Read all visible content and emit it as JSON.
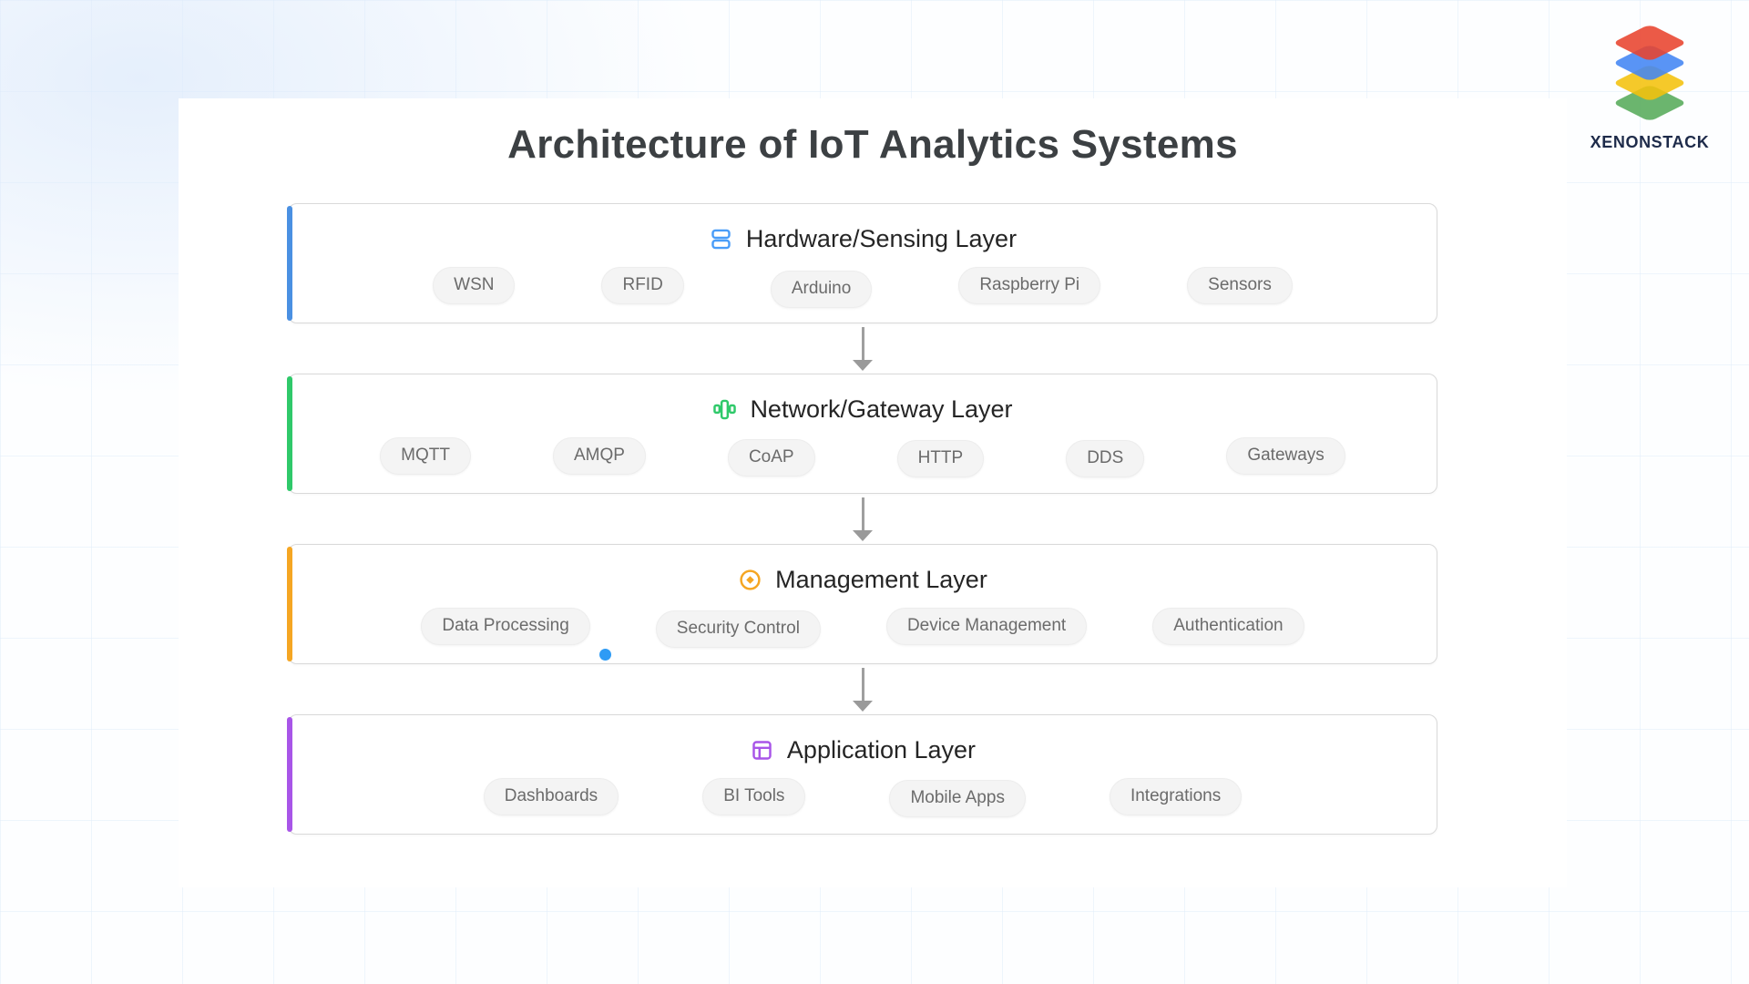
{
  "title": "Architecture of IoT Analytics Systems",
  "logo": {
    "text": "XENONSTACK"
  },
  "colors": {
    "hardware_accent": "#4a90e2",
    "network_accent": "#2fc96a",
    "management_accent": "#f5a623",
    "application_accent": "#a855e8",
    "chip_background": "#f4f4f4",
    "arrow": "#9f9f9f",
    "dot": "#2e9bf5",
    "logo_layers": [
      "#e8432d",
      "#4285f4",
      "#f4c20d",
      "#57ab5a"
    ]
  },
  "layers": [
    {
      "name": "Hardware/Sensing Layer",
      "icon": "server-icon",
      "chips": [
        "WSN",
        "RFID",
        "Arduino",
        "Raspberry Pi",
        "Sensors"
      ]
    },
    {
      "name": "Network/Gateway Layer",
      "icon": "network-icon",
      "chips": [
        "MQTT",
        "AMQP",
        "CoAP",
        "HTTP",
        "DDS",
        "Gateways"
      ]
    },
    {
      "name": "Management Layer",
      "icon": "target-icon",
      "chips": [
        "Data Processing",
        "Security Control",
        "Device Management",
        "Authentication"
      ]
    },
    {
      "name": "Application Layer",
      "icon": "layout-icon",
      "chips": [
        "Dashboards",
        "BI Tools",
        "Mobile Apps",
        "Integrations"
      ]
    }
  ]
}
